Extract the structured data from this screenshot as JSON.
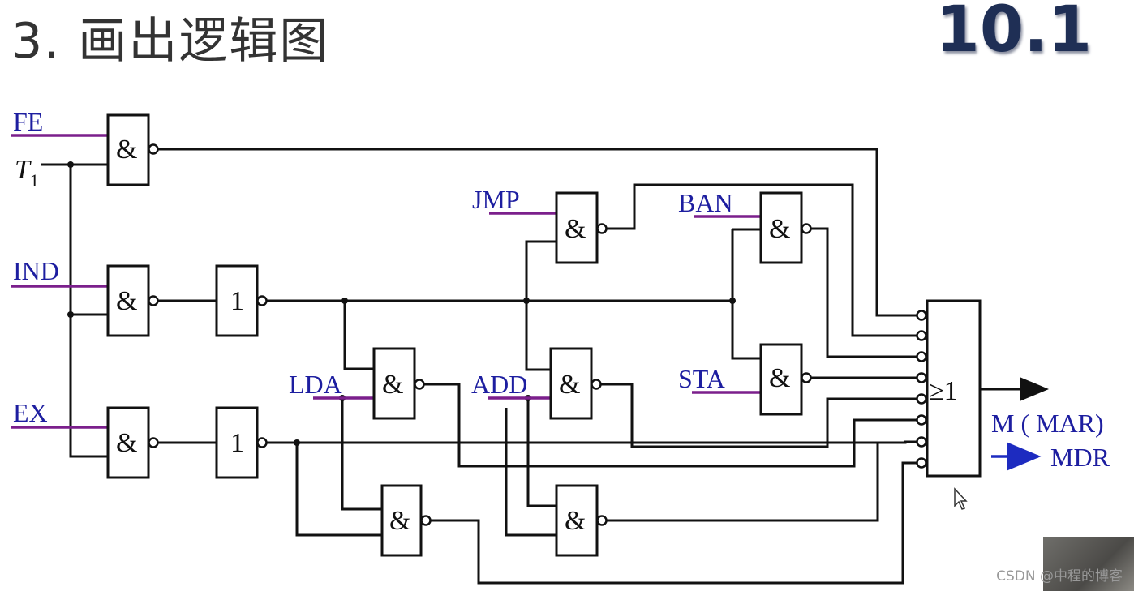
{
  "header": {
    "title": "3. 画出逻辑图",
    "section": "10.1"
  },
  "diagram": {
    "inputs": {
      "fe": "FE",
      "t": "T",
      "t_sub": "1",
      "ind": "IND",
      "ex": "EX",
      "jmp": "JMP",
      "ban": "BAN",
      "lda": "LDA",
      "add": "ADD",
      "sta": "STA"
    },
    "gate_symbols": {
      "and": "&",
      "not": "1",
      "or": "≥1"
    },
    "outputs": {
      "line1": "M ( MAR)",
      "line2": "MDR"
    }
  },
  "watermark": "CSDN @中程的博客",
  "colors": {
    "input_wire": "#7b1f8c",
    "label": "#1d1ea0",
    "wire": "#111111",
    "arrow": "#1d2bc0"
  }
}
